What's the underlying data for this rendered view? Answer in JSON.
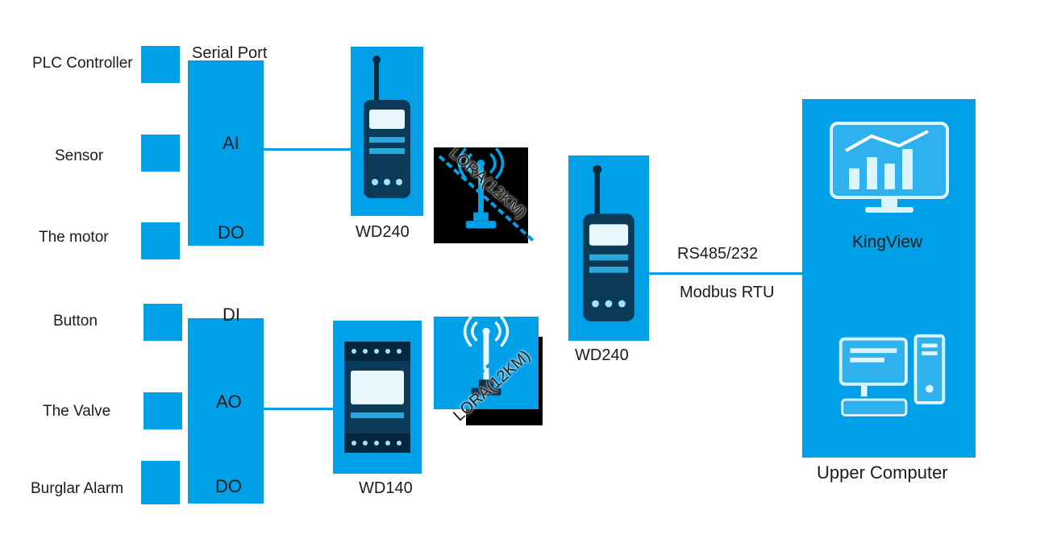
{
  "theme": {
    "accent": "#00a0e9",
    "background": "#ffffff",
    "text": "#1b1b1b",
    "link_box": "#000000"
  },
  "field_devices": [
    {
      "label": "PLC Controller"
    },
    {
      "label": "Sensor"
    },
    {
      "label": "The motor"
    },
    {
      "label": "Button"
    },
    {
      "label": "The Valve"
    },
    {
      "label": "Burglar Alarm"
    }
  ],
  "io_modules": {
    "top": {
      "port": "Serial Port",
      "analog": "AI",
      "digital": "DO"
    },
    "bottom": {
      "port": "DI",
      "analog": "AO",
      "digital": "DO"
    }
  },
  "gateways": {
    "top": {
      "name": "WD240"
    },
    "bottom": {
      "name": "WD140"
    },
    "right": {
      "name": "WD240"
    }
  },
  "wireless": {
    "top_link": "LORA(12KM)",
    "bottom_link": "LORA(12KM)"
  },
  "bus": {
    "interface": "RS485/232",
    "protocol": "Modbus RTU"
  },
  "host": {
    "software": "KingView",
    "caption": "Upper Computer"
  },
  "icons": {
    "antenna": "lora-antenna-icon",
    "gateway_device": "gateway-device-icon",
    "monitor": "monitor-chart-icon",
    "computer": "desktop-computer-icon"
  }
}
